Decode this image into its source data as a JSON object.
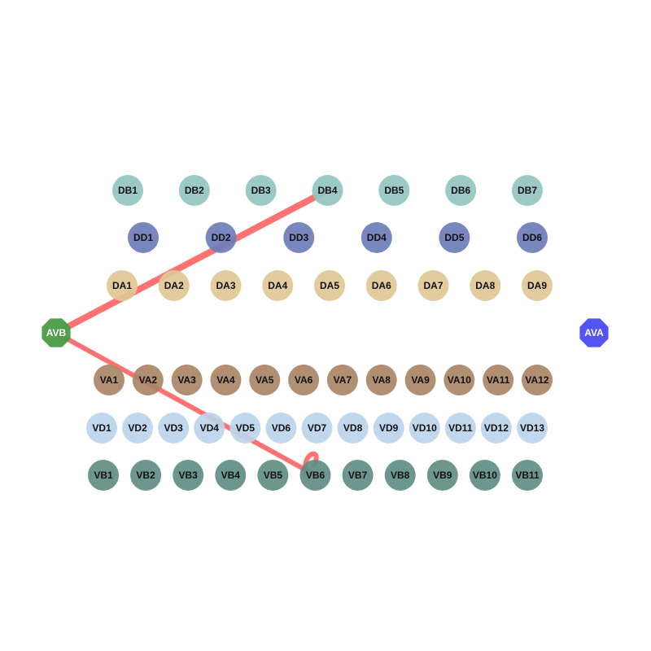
{
  "rows": [
    {
      "group": "DB",
      "color": "#93c5c0",
      "nodes": [
        "DB1",
        "DB2",
        "DB3",
        "DB4",
        "DB5",
        "DB6",
        "DB7"
      ]
    },
    {
      "group": "DD",
      "color": "#6f7dba",
      "nodes": [
        "DD1",
        "DD2",
        "DD3",
        "DD4",
        "DD5",
        "DD6"
      ]
    },
    {
      "group": "DA",
      "color": "#dfc795",
      "nodes": [
        "DA1",
        "DA2",
        "DA3",
        "DA4",
        "DA5",
        "DA6",
        "DA7",
        "DA8",
        "DA9"
      ]
    },
    {
      "group": "VA",
      "color": "#aa8566",
      "nodes": [
        "VA1",
        "VA2",
        "VA3",
        "VA4",
        "VA5",
        "VA6",
        "VA7",
        "VA8",
        "VA9",
        "VA10",
        "VA11",
        "VA12"
      ]
    },
    {
      "group": "VD",
      "color": "#bcd4ec",
      "nodes": [
        "VD1",
        "VD2",
        "VD3",
        "VD4",
        "VD5",
        "VD6",
        "VD7",
        "VD8",
        "VD9",
        "VD10",
        "VD11",
        "VD12",
        "VD13"
      ]
    },
    {
      "group": "VB",
      "color": "#5f8d84",
      "nodes": [
        "VB1",
        "VB2",
        "VB3",
        "VB4",
        "VB5",
        "VB6",
        "VB7",
        "VB8",
        "VB9",
        "VB10",
        "VB11"
      ]
    }
  ],
  "special_nodes": [
    {
      "id": "AVB",
      "label": "AVB",
      "color": "#4a9c44"
    },
    {
      "id": "AVA",
      "label": "AVA",
      "color": "#4b4bf5"
    }
  ],
  "edges": [
    {
      "from": "AVB",
      "to": "DB4",
      "color": "#ff6b6b"
    },
    {
      "from": "AVB",
      "to": "VB6",
      "color": "#ff6b6b"
    },
    {
      "from": "VB6",
      "to": "VB6",
      "color": "#ff6b6b",
      "self_loop": true
    }
  ]
}
